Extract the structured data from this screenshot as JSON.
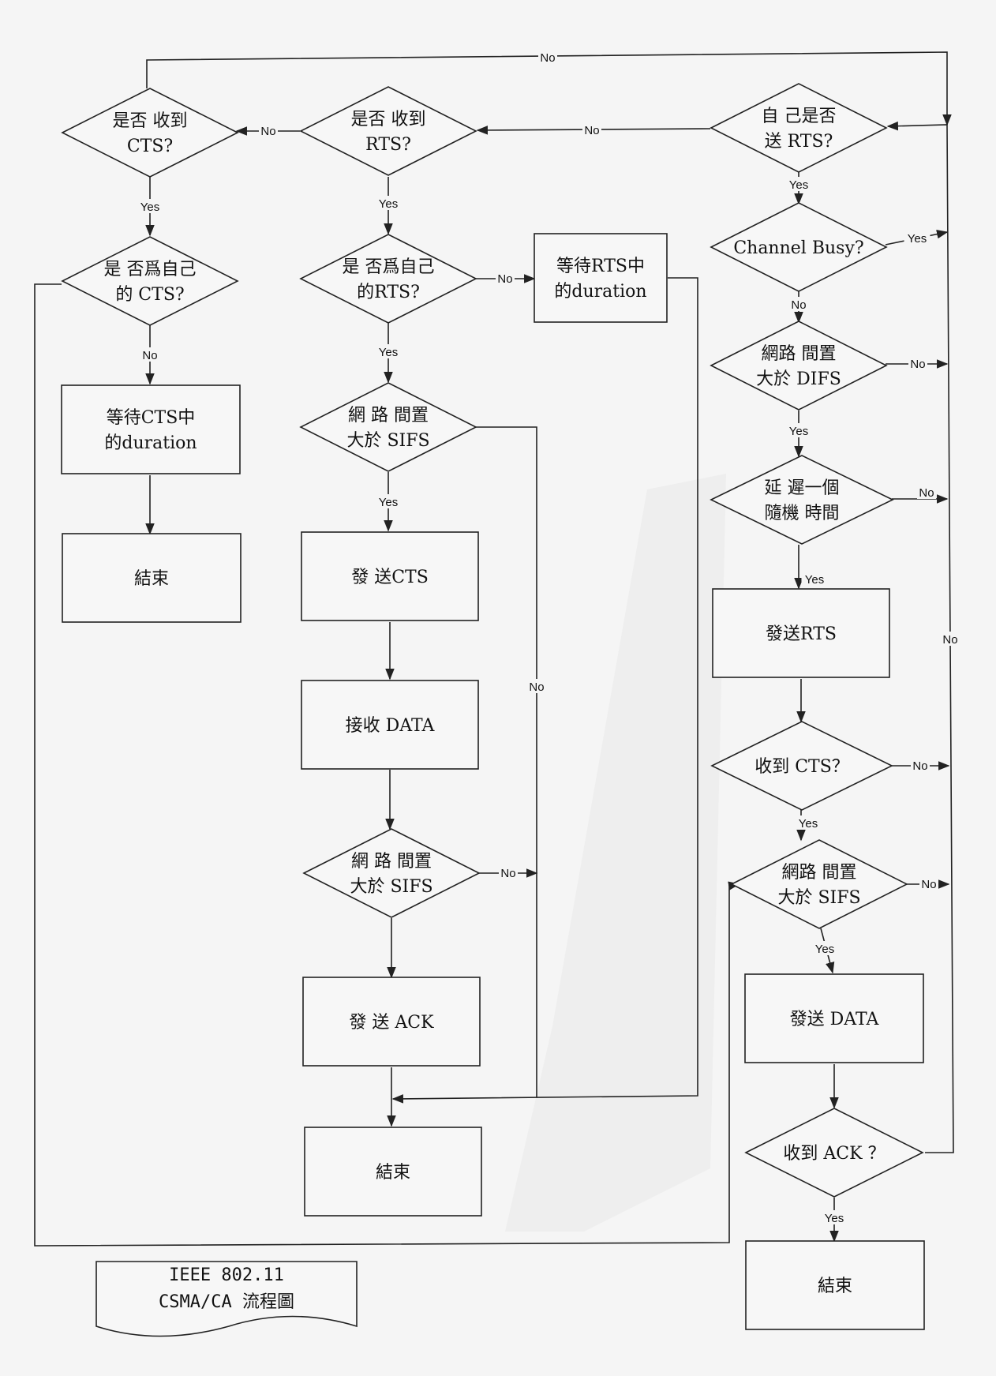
{
  "caption": {
    "line1": "IEEE 802.11",
    "line2": "CSMA/CA 流程圖"
  },
  "nodes": [
    {
      "id": "d_self_send_rts",
      "kind": "decision",
      "lines": [
        "自 己是否",
        "送  RTS?"
      ]
    },
    {
      "id": "d_channel_busy",
      "kind": "decision",
      "lines": [
        "Channel Busy?"
      ]
    },
    {
      "id": "d_idle_difs",
      "kind": "decision",
      "lines": [
        "網路  間置",
        "大於 DIFS"
      ]
    },
    {
      "id": "d_random_delay",
      "kind": "decision",
      "lines": [
        "延 遲一個",
        "隨機  時間"
      ]
    },
    {
      "id": "p_send_rts",
      "kind": "process",
      "lines": [
        "發送RTS"
      ]
    },
    {
      "id": "d_recv_cts",
      "kind": "decision",
      "lines": [
        "收到 CTS？"
      ]
    },
    {
      "id": "d_idle_sifs_right",
      "kind": "decision",
      "lines": [
        "網路 間置",
        "大於 SIFS"
      ]
    },
    {
      "id": "p_send_data",
      "kind": "process",
      "lines": [
        "發送 DATA"
      ]
    },
    {
      "id": "d_recv_ack",
      "kind": "decision",
      "lines": [
        "收到 ACK ？"
      ]
    },
    {
      "id": "t_end_right",
      "kind": "process",
      "lines": [
        "結束"
      ]
    },
    {
      "id": "d_recv_rts",
      "kind": "decision",
      "lines": [
        "是否 收到",
        "RTS?"
      ]
    },
    {
      "id": "d_own_rts",
      "kind": "decision",
      "lines": [
        "是 否爲自己",
        "的RTS?"
      ]
    },
    {
      "id": "p_wait_rts_duration",
      "kind": "process",
      "lines": [
        "等待RTS中",
        "的duration"
      ]
    },
    {
      "id": "d_idle_sifs_mid1",
      "kind": "decision",
      "lines": [
        "網 路 間置",
        "大於 SIFS"
      ]
    },
    {
      "id": "p_send_cts",
      "kind": "process",
      "lines": [
        "發 送CTS"
      ]
    },
    {
      "id": "p_recv_data",
      "kind": "process",
      "lines": [
        "接收 DATA"
      ]
    },
    {
      "id": "d_idle_sifs_mid2",
      "kind": "decision",
      "lines": [
        "網 路 間置",
        "大於 SIFS"
      ]
    },
    {
      "id": "p_send_ack",
      "kind": "process",
      "lines": [
        "發 送 ACK"
      ]
    },
    {
      "id": "t_end_mid",
      "kind": "process",
      "lines": [
        "結束"
      ]
    },
    {
      "id": "d_recv_cts_left",
      "kind": "decision",
      "lines": [
        "是否  收到",
        "CTS?"
      ]
    },
    {
      "id": "d_own_cts",
      "kind": "decision",
      "lines": [
        "是 否爲自己",
        "的  CTS?"
      ]
    },
    {
      "id": "p_wait_cts_duration",
      "kind": "process",
      "lines": [
        "等待CTS中",
        "的duration"
      ]
    },
    {
      "id": "t_end_left",
      "kind": "process",
      "lines": [
        "結束"
      ]
    }
  ],
  "edge_labels": [
    {
      "id": "lbl_top_no",
      "text": "No"
    },
    {
      "id": "lbl_rts_no",
      "text": "No"
    },
    {
      "id": "lbl_cts_left_no",
      "text": "No"
    },
    {
      "id": "lbl_self_yes",
      "text": "Yes"
    },
    {
      "id": "lbl_busy_yes",
      "text": "Yes"
    },
    {
      "id": "lbl_busy_no",
      "text": "No"
    },
    {
      "id": "lbl_difs_no",
      "text": "No"
    },
    {
      "id": "lbl_difs_yes",
      "text": "Yes"
    },
    {
      "id": "lbl_delay_no",
      "text": "No"
    },
    {
      "id": "lbl_delay_yes",
      "text": "Yes"
    },
    {
      "id": "lbl_right_no",
      "text": "No"
    },
    {
      "id": "lbl_recvcts_no",
      "text": "No"
    },
    {
      "id": "lbl_recvcts_yes",
      "text": "Yes"
    },
    {
      "id": "lbl_sifsr_no",
      "text": "No"
    },
    {
      "id": "lbl_sifsr_yes",
      "text": "Yes"
    },
    {
      "id": "lbl_ack_yes",
      "text": "Yes"
    },
    {
      "id": "lbl_recvrts_yes",
      "text": "Yes"
    },
    {
      "id": "lbl_ownrts_no",
      "text": "No"
    },
    {
      "id": "lbl_ownrts_yes",
      "text": "Yes"
    },
    {
      "id": "lbl_sifs1_yes",
      "text": "Yes"
    },
    {
      "id": "lbl_sifs1_no",
      "text": "No"
    },
    {
      "id": "lbl_sifs2_no",
      "text": "No"
    },
    {
      "id": "lbl_ctsleft_yes",
      "text": "Yes"
    },
    {
      "id": "lbl_owncts_no",
      "text": "No"
    }
  ]
}
